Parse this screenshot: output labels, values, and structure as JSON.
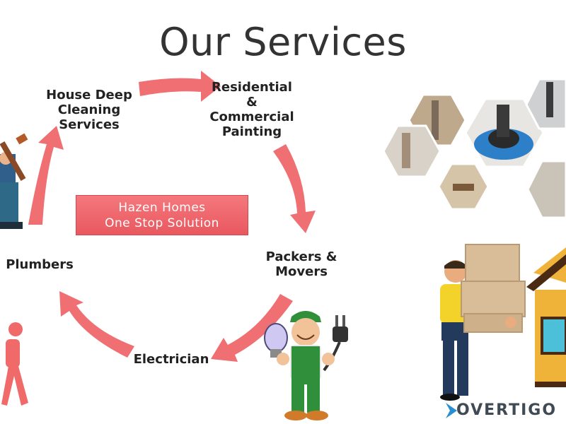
{
  "title": "Our Services",
  "services": [
    {
      "name": "house-deep-cleaning",
      "lines": [
        "House Deep",
        "Cleaning",
        "Services"
      ]
    },
    {
      "name": "residential-commercial-painting",
      "lines": [
        "Residential",
        "&",
        "Commercial",
        "Painting"
      ]
    },
    {
      "name": "packers-movers",
      "lines": [
        "Packers &",
        "Movers"
      ]
    },
    {
      "name": "electrician",
      "lines": [
        "Electrician"
      ]
    },
    {
      "name": "plumbers",
      "lines": [
        "Plumbers"
      ]
    }
  ],
  "center": {
    "line1": "Hazen Homes",
    "line2": "One Stop Solution"
  },
  "brand": {
    "text": "OVERTIGO"
  },
  "colors": {
    "arrow": "#ef6f73",
    "center_box": "#ec6066",
    "title": "#333333",
    "worker_shirt": "#f3d22a",
    "worker_pants": "#243a5c",
    "box": "#d9bd98",
    "electrician_green": "#2f8f3a",
    "house": "#f0b33a"
  }
}
